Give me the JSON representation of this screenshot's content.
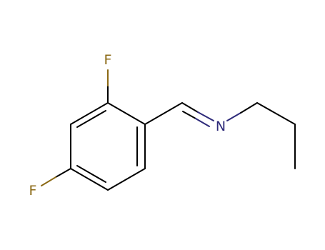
{
  "molecule": {
    "atoms": [
      {
        "id": "F1",
        "label": "F",
        "color": "#8B6914"
      },
      {
        "id": "F2",
        "label": "F",
        "color": "#8B6914"
      },
      {
        "id": "N1",
        "label": "N",
        "color": "#2E2A7A"
      }
    ],
    "colors": {
      "bond": "#000000",
      "fluorine": "#8B6914",
      "nitrogen": "#2E2A7A"
    }
  }
}
